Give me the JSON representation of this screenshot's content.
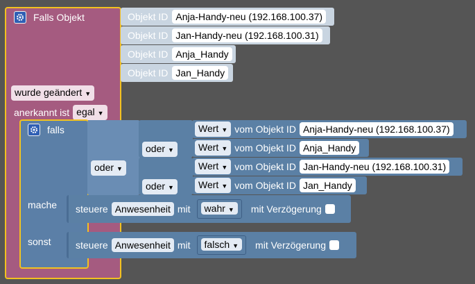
{
  "trigger": {
    "title": "Falls Objekt",
    "changed_dropdown": "wurde geändert",
    "ack_label": "anerkannt ist",
    "ack_dropdown": "egal"
  },
  "object_inputs": [
    {
      "label": "Objekt ID",
      "value": "Anja-Handy-neu (192.168.100.37)"
    },
    {
      "label": "Objekt ID",
      "value": "Jan-Handy-neu (192.168.100.31)"
    },
    {
      "label": "Objekt ID",
      "value": "Anja_Handy"
    },
    {
      "label": "Objekt ID",
      "value": "Jan_Handy"
    }
  ],
  "if_block": {
    "falls_label": "falls",
    "mache_label": "mache",
    "sonst_label": "sonst",
    "or_outer": "oder",
    "or_inner_1": "oder",
    "or_inner_2": "oder",
    "value_rows": [
      {
        "dropdown": "Wert",
        "label": "vom Objekt ID",
        "object": "Anja-Handy-neu (192.168.100.37)"
      },
      {
        "dropdown": "Wert",
        "label": "vom Objekt ID",
        "object": "Anja_Handy"
      },
      {
        "dropdown": "Wert",
        "label": "vom Objekt ID",
        "object": "Jan-Handy-neu (192.168.100.31)"
      },
      {
        "dropdown": "Wert",
        "label": "vom Objekt ID",
        "object": "Jan_Handy"
      }
    ]
  },
  "actions": [
    {
      "prefix": "steuere",
      "target": "Anwesenheit",
      "with": "mit",
      "value": "wahr",
      "delay": "mit Verzögerung"
    },
    {
      "prefix": "steuere",
      "target": "Anwesenheit",
      "with": "mit",
      "value": "falsch",
      "delay": "mit Verzögerung"
    }
  ]
}
